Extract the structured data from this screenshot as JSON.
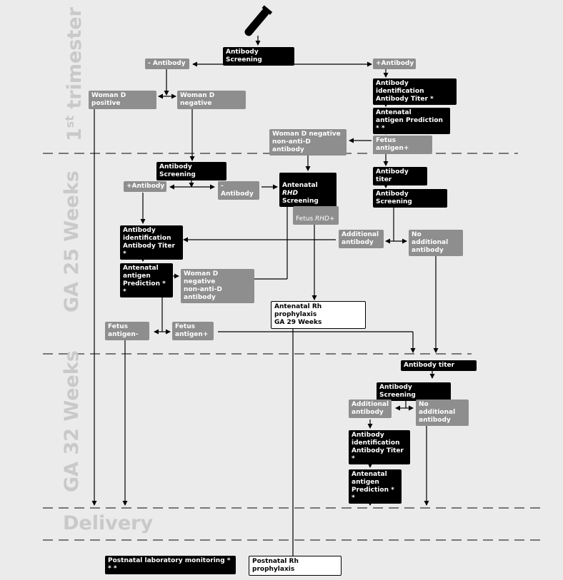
{
  "phases": {
    "trimester": "trimester",
    "trimester_num": "1",
    "trimester_sup": "st",
    "ga25": "GA 25 Weeks",
    "ga32": "GA 32 Weeks",
    "delivery": "Delivery"
  },
  "nodes": {
    "ab_screen_1": "Antibody Screening",
    "neg_ab_1": "- Antibody",
    "pos_ab_1": "+Antibody",
    "woman_d_pos": "Woman D positive",
    "woman_d_neg_1": "Woman D negative",
    "ab_id_1": "Antibody identification\nAntibody Titer  *",
    "ant_pred_1": "Antenatal\nantigen Prediction * *",
    "woman_nonanti_1": "Woman D negative\nnon-anti-D antibody",
    "fetus_pos_1": "Fetus antigen+",
    "ab_screen_2": "Antibody Screening",
    "pos_ab_2": "+Antibody",
    "neg_ab_2": "- Antibody",
    "rhd_screen_prefix": "Antenatal ",
    "rhd_screen_italic": "RHD",
    "rhd_screen_suffix": "Screening",
    "fetus_rhd_prefix": "Fetus ",
    "fetus_rhd_italic": "RHD+",
    "ab_titer_2": "Antibody titer",
    "ab_screen_3": "Antibody Screening",
    "ab_id_2": "Antibody\nidentification\nAntibody Titer  *",
    "add_ab_2": "Additional\nantibody",
    "no_add_ab_2": "No additional\nantibody",
    "ant_pred_2": "Antenatal\nantigen\nPrediction * *",
    "woman_nonanti_2": "Woman D negative\nnon-anti-D antibody",
    "rh_proph": "Antenatal Rh prophylaxis\nGA 29 Weeks",
    "fetus_neg_3": "Fetus\nantigen-",
    "fetus_pos_3": "Fetus\nantigen+",
    "ab_titer_3": "Antibody titer",
    "ab_screen_4": "Antibody Screening",
    "add_ab_3": "Additional\nantibody",
    "no_add_ab_3": "No additional\nantibody",
    "ab_id_3": "Antibody\nidentification\nAntibody Titer  *",
    "ant_pred_3": "Antenatal\nantigen\nPrediction * *",
    "postnatal_monitor": "Postnatal laboratory monitoring * * *",
    "postnatal_proph": "Postnatal Rh prophylaxis"
  },
  "icons": {
    "test_tube": "test-tube-icon"
  },
  "colors": {
    "background": "#ebebeb",
    "black_box": "#000000",
    "gray_box": "#8e8e8e",
    "phase_text": "#c9c9c9"
  }
}
